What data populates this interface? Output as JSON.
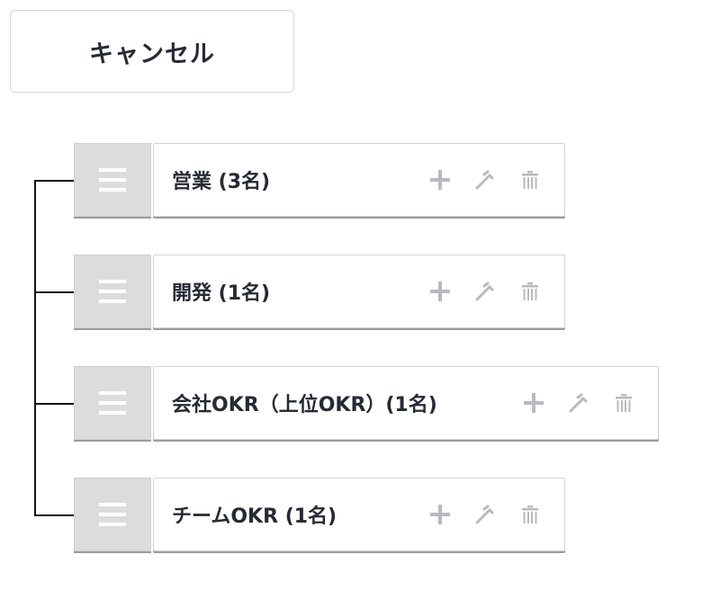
{
  "cancel_button": {
    "label": "キャンセル"
  },
  "icons": {
    "handle": "drag-handle-icon",
    "add": "plus-icon",
    "edit": "edit-icon",
    "delete": "trash-icon"
  },
  "colors": {
    "handle_bg": "#dcdcdc",
    "icon_gray": "#b9bac0",
    "text": "#262a35",
    "connector": "#111111"
  },
  "groups": [
    {
      "label": "営業 (3名)"
    },
    {
      "label": "開発 (1名)"
    },
    {
      "label": "会社OKR（上位OKR）(1名)"
    },
    {
      "label": "チームOKR (1名)"
    }
  ]
}
